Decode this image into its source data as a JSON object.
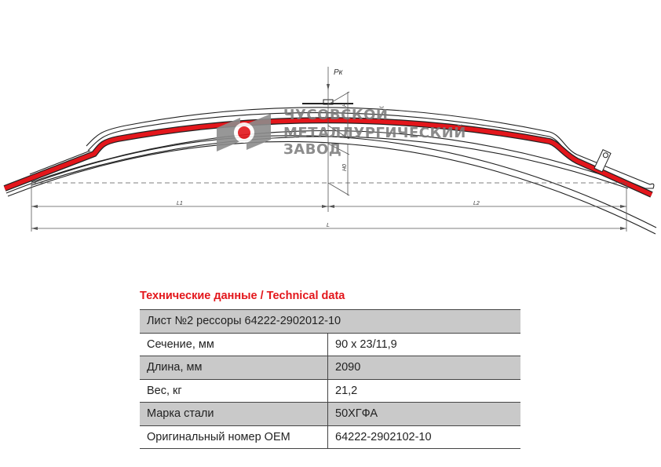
{
  "drawing": {
    "labels": {
      "load": "Pк",
      "height": "H",
      "free_height": "H0",
      "l1": "L1",
      "l2": "L2",
      "length": "L"
    },
    "accent_color": "#e3161b"
  },
  "logo": {
    "line1": "ЧУСОВСКОЙ",
    "line2": "МЕТАЛЛУРГИЧЕСКИЙ",
    "line3": "ЗАВОД"
  },
  "table": {
    "title": "Технические данные / Technical data",
    "header": "Лист №2 рессоры 64222-2902012-10",
    "rows": [
      {
        "label": "Сечение, мм",
        "value": "90 x 23/11,9"
      },
      {
        "label": "Длина, мм",
        "value": "2090"
      },
      {
        "label": "Вес, кг",
        "value": "21,2"
      },
      {
        "label": "Марка стали",
        "value": "50ХГФА"
      },
      {
        "label": "Оригинальный номер OEM",
        "value": "64222-2902102-10"
      }
    ]
  }
}
